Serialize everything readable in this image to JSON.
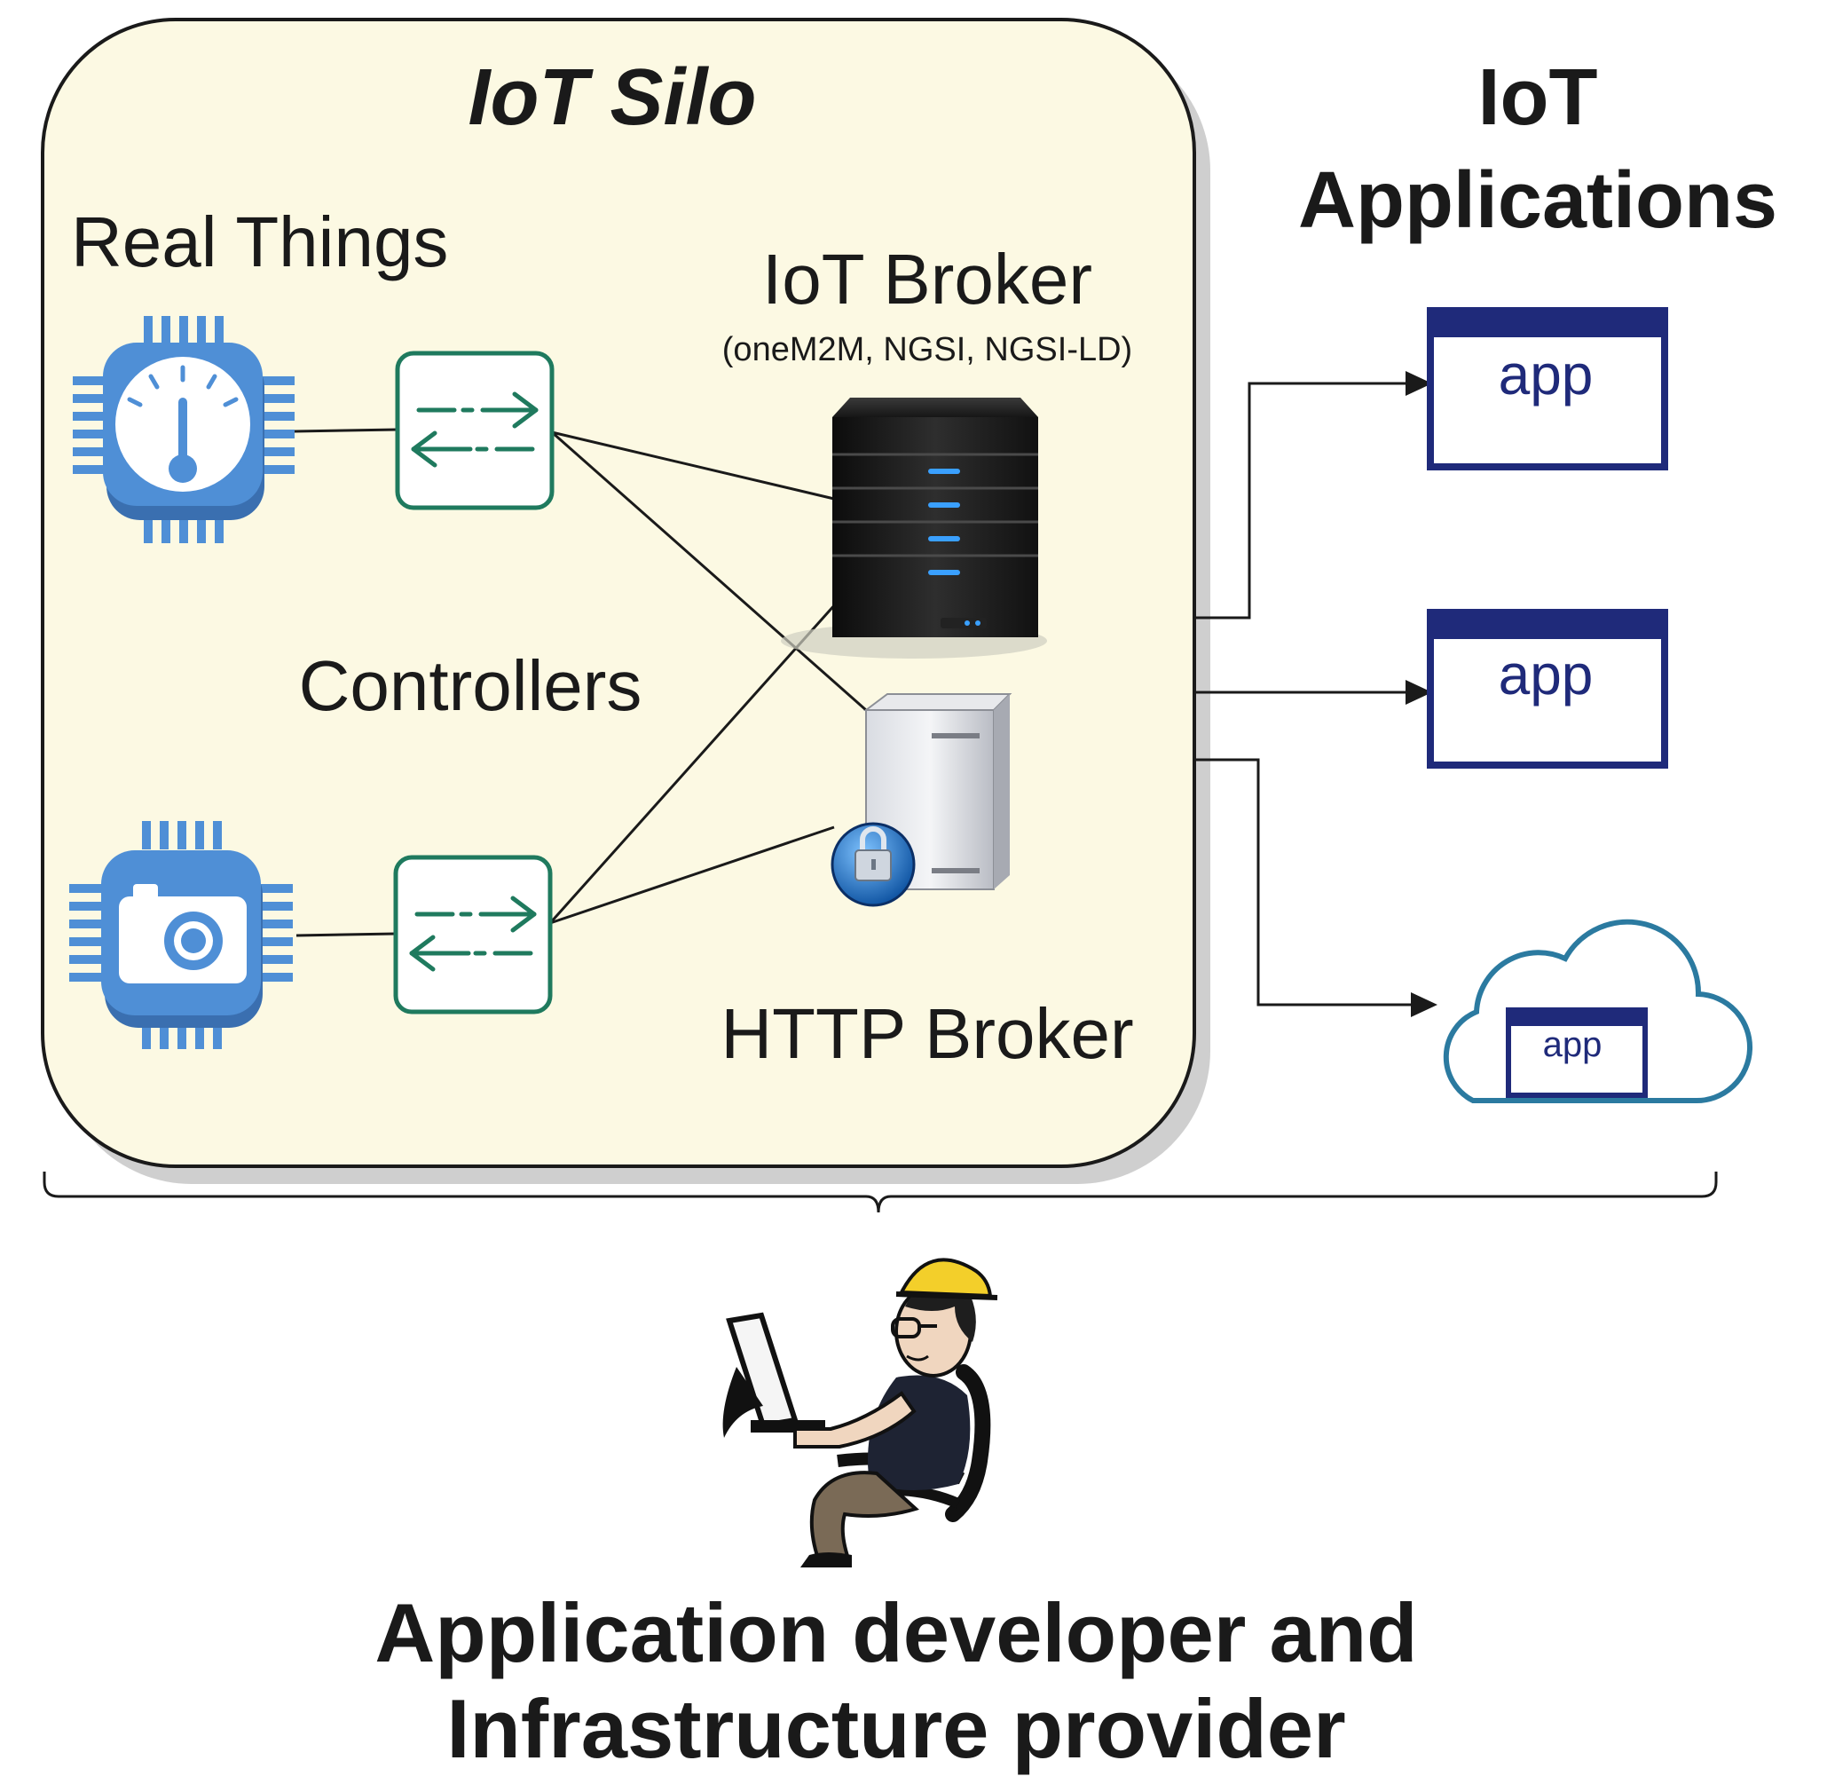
{
  "silo": {
    "title": "IoT Silo"
  },
  "labels": {
    "real_things": "Real Things",
    "iot_broker": "IoT Broker",
    "iot_broker_protocols": "(oneM2M, NGSI, NGSI-LD)",
    "controllers": "Controllers",
    "http_broker": "HTTP Broker"
  },
  "applications": {
    "title_line1": "IoT",
    "title_line2": "Applications",
    "apps": [
      {
        "label": "app",
        "kind": "window"
      },
      {
        "label": "app",
        "kind": "window"
      },
      {
        "label": "app",
        "kind": "cloud"
      }
    ]
  },
  "footer": {
    "line1": "Application developer and",
    "line2": "Infrastructure provider"
  },
  "colors": {
    "silo_fill": "#fcf9e3",
    "chip_blue": "#4f8fd6",
    "controller_green": "#1f7a5e",
    "app_navy": "#1f2a7a",
    "cloud_teal": "#2b7aa0"
  },
  "icons": {
    "thermometer_chip": "thermometer-chip-icon",
    "camera_chip": "camera-chip-icon",
    "controller": "arrows-exchange-icon",
    "iot_server": "rack-server-icon",
    "http_server": "tower-server-lock-icon",
    "developer": "developer-at-computer-icon"
  }
}
